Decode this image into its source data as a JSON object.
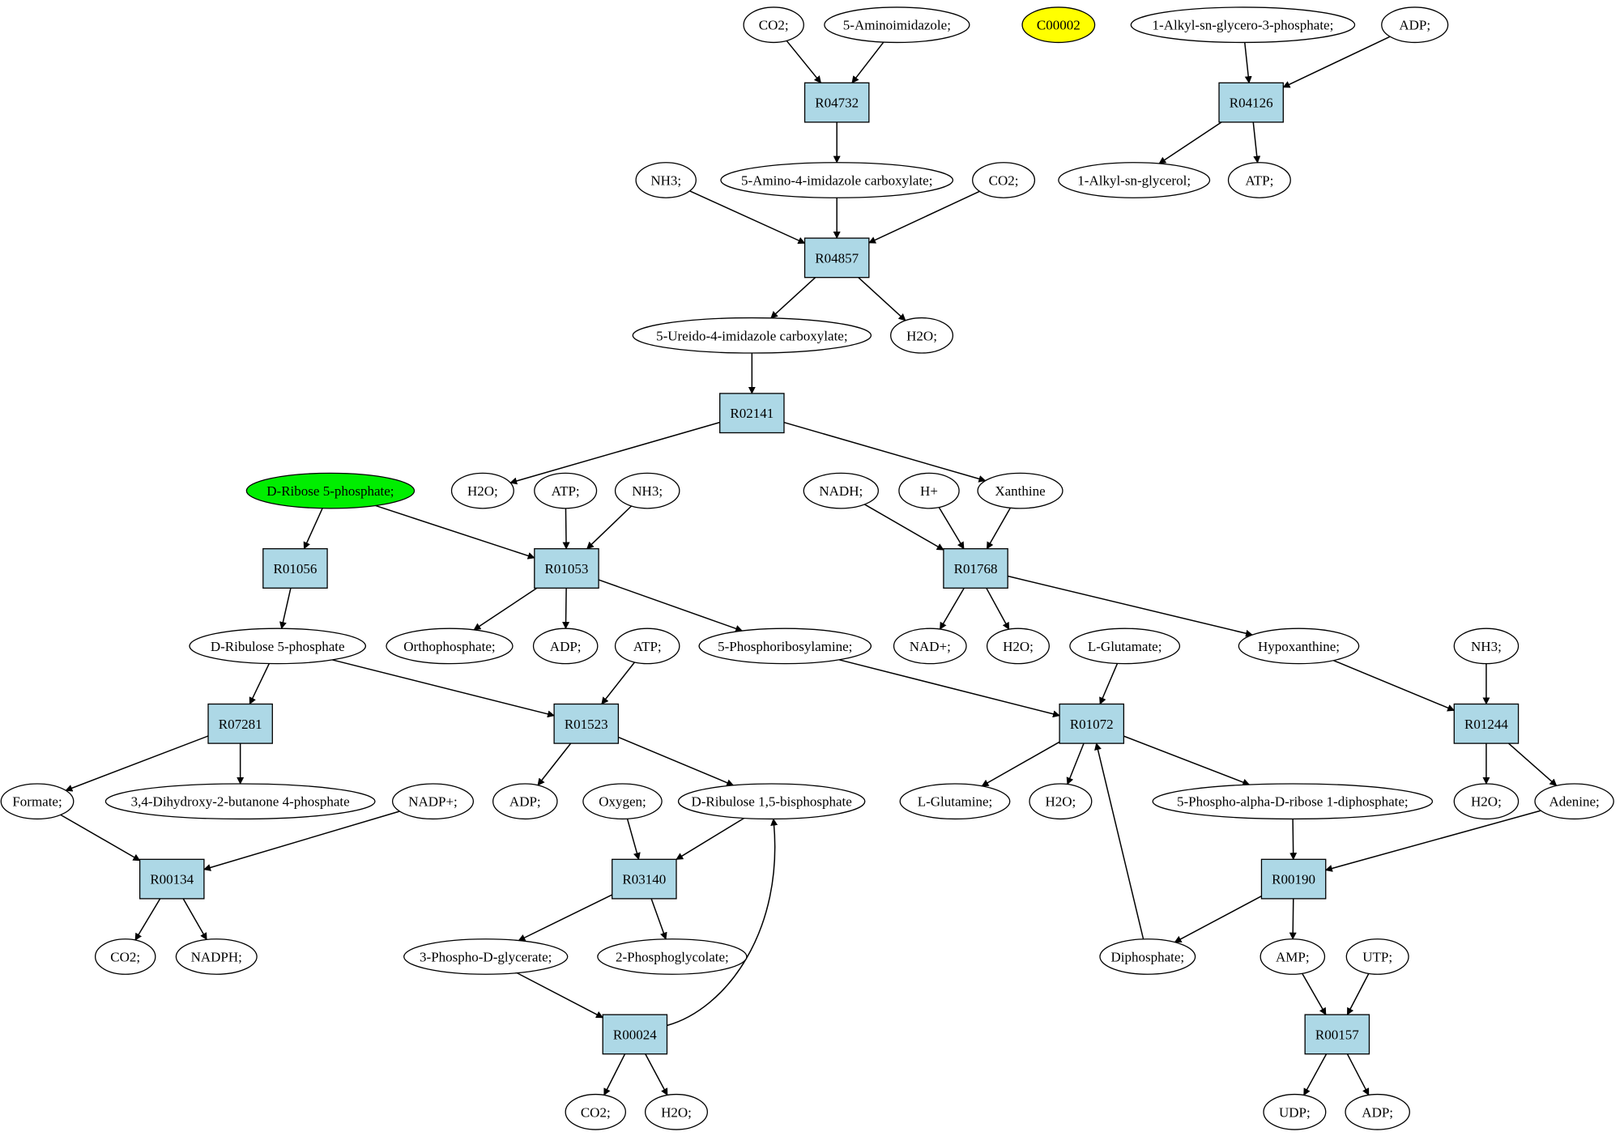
{
  "colors": {
    "background": "#ffffff",
    "reaction_fill": "#add8e6",
    "compound_fill": "#ffffff",
    "highlight_green": "#00ee00",
    "highlight_yellow": "#ffff00",
    "edge": "#000000"
  },
  "nodes": {
    "co2_a": {
      "label": "CO2;",
      "kind": "compound"
    },
    "aminoimidazole": {
      "label": "5-Aminoimidazole;",
      "kind": "compound"
    },
    "c00002": {
      "label": "C00002",
      "kind": "compound",
      "highlight": "yellow"
    },
    "alkyl_g3p": {
      "label": "1-Alkyl-sn-glycero-3-phosphate;",
      "kind": "compound"
    },
    "adp_a": {
      "label": "ADP;",
      "kind": "compound"
    },
    "r04732": {
      "label": "R04732",
      "kind": "reaction"
    },
    "r04126": {
      "label": "R04126",
      "kind": "reaction"
    },
    "nh3_a": {
      "label": "NH3;",
      "kind": "compound"
    },
    "aica": {
      "label": "5-Amino-4-imidazole carboxylate;",
      "kind": "compound"
    },
    "co2_b": {
      "label": "CO2;",
      "kind": "compound"
    },
    "alkyl_glycerol": {
      "label": "1-Alkyl-sn-glycerol;",
      "kind": "compound"
    },
    "atp_a": {
      "label": "ATP;",
      "kind": "compound"
    },
    "r04857": {
      "label": "R04857",
      "kind": "reaction"
    },
    "ureido": {
      "label": "5-Ureido-4-imidazole carboxylate;",
      "kind": "compound"
    },
    "h2o_a": {
      "label": "H2O;",
      "kind": "compound"
    },
    "r02141": {
      "label": "R02141",
      "kind": "reaction"
    },
    "ribose5p": {
      "label": "D-Ribose 5-phosphate;",
      "kind": "compound",
      "highlight": "green"
    },
    "h2o_b": {
      "label": "H2O;",
      "kind": "compound"
    },
    "atp_b": {
      "label": "ATP;",
      "kind": "compound"
    },
    "nh3_b": {
      "label": "NH3;",
      "kind": "compound"
    },
    "nadh": {
      "label": "NADH;",
      "kind": "compound"
    },
    "hplus": {
      "label": "H+",
      "kind": "compound"
    },
    "xanthine": {
      "label": "Xanthine",
      "kind": "compound"
    },
    "r01056": {
      "label": "R01056",
      "kind": "reaction"
    },
    "r01053": {
      "label": "R01053",
      "kind": "reaction"
    },
    "r01768": {
      "label": "R01768",
      "kind": "reaction"
    },
    "ribulose5p": {
      "label": "D-Ribulose 5-phosphate",
      "kind": "compound"
    },
    "orthophosphate": {
      "label": "Orthophosphate;",
      "kind": "compound"
    },
    "adp_b": {
      "label": "ADP;",
      "kind": "compound"
    },
    "atp_c": {
      "label": "ATP;",
      "kind": "compound"
    },
    "phosphoribosylamine": {
      "label": "5-Phosphoribosylamine;",
      "kind": "compound"
    },
    "nadplus": {
      "label": "NAD+;",
      "kind": "compound"
    },
    "h2o_c": {
      "label": "H2O;",
      "kind": "compound"
    },
    "glutamate": {
      "label": "L-Glutamate;",
      "kind": "compound"
    },
    "hypoxanthine": {
      "label": "Hypoxanthine;",
      "kind": "compound"
    },
    "nh3_c": {
      "label": "NH3;",
      "kind": "compound"
    },
    "r07281": {
      "label": "R07281",
      "kind": "reaction"
    },
    "r01523": {
      "label": "R01523",
      "kind": "reaction"
    },
    "r01072": {
      "label": "R01072",
      "kind": "reaction"
    },
    "r01244": {
      "label": "R01244",
      "kind": "reaction"
    },
    "formate": {
      "label": "Formate;",
      "kind": "compound"
    },
    "dhbp": {
      "label": "3,4-Dihydroxy-2-butanone 4-phosphate",
      "kind": "compound"
    },
    "nadpplus": {
      "label": "NADP+;",
      "kind": "compound"
    },
    "adp_c": {
      "label": "ADP;",
      "kind": "compound"
    },
    "oxygen": {
      "label": "Oxygen;",
      "kind": "compound"
    },
    "rubp": {
      "label": "D-Ribulose 1,5-bisphosphate",
      "kind": "compound"
    },
    "glutamine": {
      "label": "L-Glutamine;",
      "kind": "compound"
    },
    "h2o_d": {
      "label": "H2O;",
      "kind": "compound"
    },
    "prpp": {
      "label": "5-Phospho-alpha-D-ribose 1-diphosphate;",
      "kind": "compound"
    },
    "h2o_e": {
      "label": "H2O;",
      "kind": "compound"
    },
    "adenine": {
      "label": "Adenine;",
      "kind": "compound"
    },
    "r00134": {
      "label": "R00134",
      "kind": "reaction"
    },
    "r03140": {
      "label": "R03140",
      "kind": "reaction"
    },
    "r00190": {
      "label": "R00190",
      "kind": "reaction"
    },
    "co2_c": {
      "label": "CO2;",
      "kind": "compound"
    },
    "nadph": {
      "label": "NADPH;",
      "kind": "compound"
    },
    "pga": {
      "label": "3-Phospho-D-glycerate;",
      "kind": "compound"
    },
    "phosphoglycolate": {
      "label": "2-Phosphoglycolate;",
      "kind": "compound"
    },
    "diphosphate": {
      "label": "Diphosphate;",
      "kind": "compound"
    },
    "amp": {
      "label": "AMP;",
      "kind": "compound"
    },
    "utp": {
      "label": "UTP;",
      "kind": "compound"
    },
    "r00024": {
      "label": "R00024",
      "kind": "reaction"
    },
    "r00157": {
      "label": "R00157",
      "kind": "reaction"
    },
    "co2_d": {
      "label": "CO2;",
      "kind": "compound"
    },
    "h2o_f": {
      "label": "H2O;",
      "kind": "compound"
    },
    "udp": {
      "label": "UDP;",
      "kind": "compound"
    },
    "adp_d": {
      "label": "ADP;",
      "kind": "compound"
    }
  },
  "edges": [
    [
      "co2_a",
      "r04732"
    ],
    [
      "aminoimidazole",
      "r04732"
    ],
    [
      "r04732",
      "aica"
    ],
    [
      "alkyl_g3p",
      "r04126"
    ],
    [
      "adp_a",
      "r04126"
    ],
    [
      "r04126",
      "alkyl_glycerol"
    ],
    [
      "r04126",
      "atp_a"
    ],
    [
      "nh3_a",
      "r04857"
    ],
    [
      "aica",
      "r04857"
    ],
    [
      "co2_b",
      "r04857"
    ],
    [
      "r04857",
      "ureido"
    ],
    [
      "r04857",
      "h2o_a"
    ],
    [
      "ureido",
      "r02141"
    ],
    [
      "r02141",
      "h2o_b"
    ],
    [
      "r02141",
      "xanthine"
    ],
    [
      "ribose5p",
      "r01056"
    ],
    [
      "ribose5p",
      "r01053"
    ],
    [
      "atp_b",
      "r01053"
    ],
    [
      "nh3_b",
      "r01053"
    ],
    [
      "r01053",
      "orthophosphate"
    ],
    [
      "r01053",
      "adp_b"
    ],
    [
      "r01053",
      "phosphoribosylamine"
    ],
    [
      "nadh",
      "r01768"
    ],
    [
      "hplus",
      "r01768"
    ],
    [
      "xanthine",
      "r01768"
    ],
    [
      "r01768",
      "nadplus"
    ],
    [
      "r01768",
      "h2o_c"
    ],
    [
      "r01768",
      "hypoxanthine"
    ],
    [
      "r01056",
      "ribulose5p"
    ],
    [
      "ribulose5p",
      "r07281"
    ],
    [
      "ribulose5p",
      "r01523"
    ],
    [
      "atp_c",
      "r01523"
    ],
    [
      "phosphoribosylamine",
      "r01072"
    ],
    [
      "glutamate",
      "r01072"
    ],
    [
      "diphosphate",
      "r01072"
    ],
    [
      "hypoxanthine",
      "r01244"
    ],
    [
      "nh3_c",
      "r01244"
    ],
    [
      "r07281",
      "formate"
    ],
    [
      "r07281",
      "dhbp"
    ],
    [
      "r01523",
      "adp_c"
    ],
    [
      "r01523",
      "rubp"
    ],
    [
      "r01072",
      "glutamine"
    ],
    [
      "r01072",
      "h2o_d"
    ],
    [
      "r01072",
      "prpp"
    ],
    [
      "r01244",
      "h2o_e"
    ],
    [
      "r01244",
      "adenine"
    ],
    [
      "formate",
      "r00134"
    ],
    [
      "nadpplus",
      "r00134"
    ],
    [
      "r00134",
      "co2_c"
    ],
    [
      "r00134",
      "nadph"
    ],
    [
      "oxygen",
      "r03140"
    ],
    [
      "rubp",
      "r03140"
    ],
    [
      "r03140",
      "pga"
    ],
    [
      "r03140",
      "phosphoglycolate"
    ],
    [
      "prpp",
      "r00190"
    ],
    [
      "adenine",
      "r00190"
    ],
    [
      "r00190",
      "diphosphate"
    ],
    [
      "r00190",
      "amp"
    ],
    [
      "pga",
      "r00024"
    ],
    [
      "r00024",
      "rubp"
    ],
    [
      "r00024",
      "co2_d"
    ],
    [
      "r00024",
      "h2o_f"
    ],
    [
      "amp",
      "r00157"
    ],
    [
      "utp",
      "r00157"
    ],
    [
      "r00157",
      "udp"
    ],
    [
      "r00157",
      "adp_d"
    ]
  ]
}
